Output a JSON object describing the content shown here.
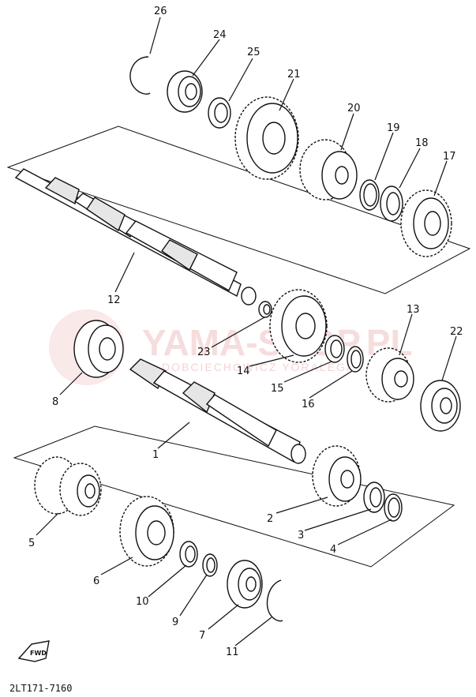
{
  "diagram": {
    "code": "2LT171-7160",
    "fwd_label": "FWD",
    "watermark": {
      "brand": "YAMA-SHOP.PL",
      "sub": "DOBCIECHOWICZ YORALEGA"
    },
    "labels": {
      "p1": "1",
      "p2": "2",
      "p3": "3",
      "p4": "4",
      "p5": "5",
      "p6": "6",
      "p7": "7",
      "p8": "8",
      "p9": "9",
      "p10": "10",
      "p11": "11",
      "p12": "12",
      "p13": "13",
      "p14": "14",
      "p15": "15",
      "p16": "16",
      "p17": "17",
      "p18": "18",
      "p19": "19",
      "p20": "20",
      "p21": "21",
      "p22": "22",
      "p23": "23",
      "p24": "24",
      "p25": "25",
      "p26": "26"
    }
  }
}
